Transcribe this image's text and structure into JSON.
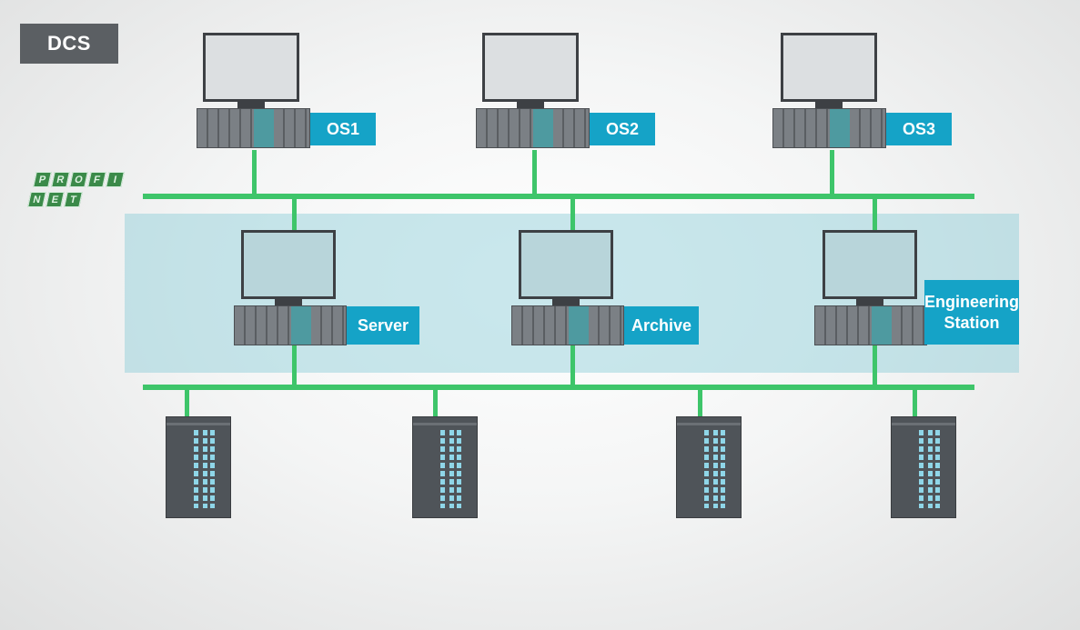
{
  "title": "DCS",
  "logo": {
    "row1": [
      "P",
      "R",
      "O",
      "F",
      "I"
    ],
    "row2": [
      "N",
      "E",
      "T"
    ],
    "color": "#3b8a49"
  },
  "colors": {
    "network": "#3ec56a",
    "label_bg": "#15a3c7",
    "band": "#8acbd6"
  },
  "operator_stations": [
    {
      "label": "OS1"
    },
    {
      "label": "OS2"
    },
    {
      "label": "OS3"
    }
  ],
  "servers": [
    {
      "label": "Server"
    },
    {
      "label": "Archive"
    },
    {
      "label": "Engineering Station"
    }
  ],
  "controllers_count": 4
}
